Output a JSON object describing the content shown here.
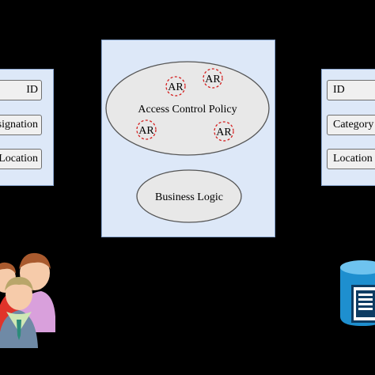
{
  "left_panel": {
    "items": [
      {
        "label": "ID"
      },
      {
        "label": "Designation"
      },
      {
        "label": "Location"
      }
    ]
  },
  "center_panel": {
    "policy_label": "Access Control Policy",
    "ar_label": "AR",
    "logic_label": "Business Logic"
  },
  "right_panel": {
    "items": [
      {
        "label": "ID"
      },
      {
        "label": "Category"
      },
      {
        "label": "Location"
      }
    ]
  },
  "colors": {
    "background": "#000000",
    "panel_fill": "#dde8f8",
    "panel_border": "#8aa6cf",
    "ar_dash": "#d42020",
    "database": "#1e8fcf"
  },
  "icons": {
    "left": "users-group-icon",
    "right": "database-icon"
  }
}
